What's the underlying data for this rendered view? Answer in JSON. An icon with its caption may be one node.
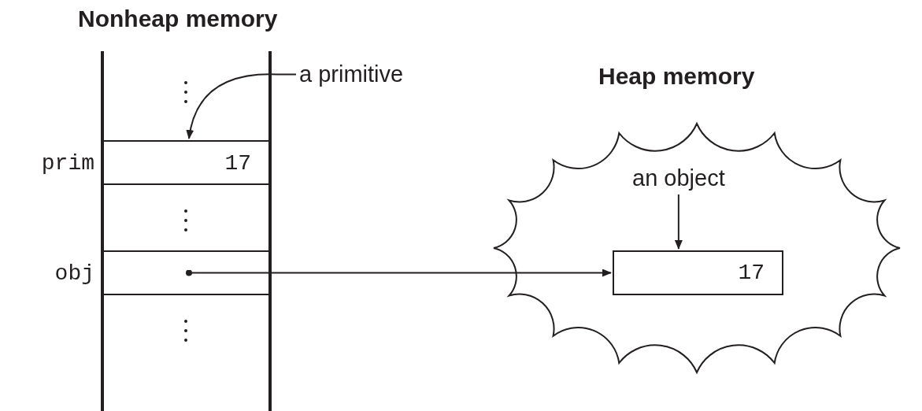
{
  "diagram": {
    "nodes": [
      {
        "text": [
          "Nonheap memory"
        ]
      },
      {
        "text": [
          "17"
        ],
        "beside": [
          "prim"
        ],
        "in": 0
      },
      {
        "text": [],
        "shape": "box",
        "beside": [
          "obj"
        ],
        "in": 0
      },
      {
        "text": [
          "a primitive"
        ]
      },
      {
        "text": [
          "Heap memory"
        ]
      },
      {
        "text": [
          "17"
        ],
        "in": 4
      },
      {
        "text": [
          "an object"
        ],
        "in": 4
      }
    ],
    "edges": [
      {
        "from": 3,
        "to": 1,
        "arrow": "to"
      },
      {
        "from": 2,
        "to": 5,
        "arrow": "to"
      },
      {
        "from": 6,
        "to": 5,
        "arrow": "to"
      }
    ]
  }
}
